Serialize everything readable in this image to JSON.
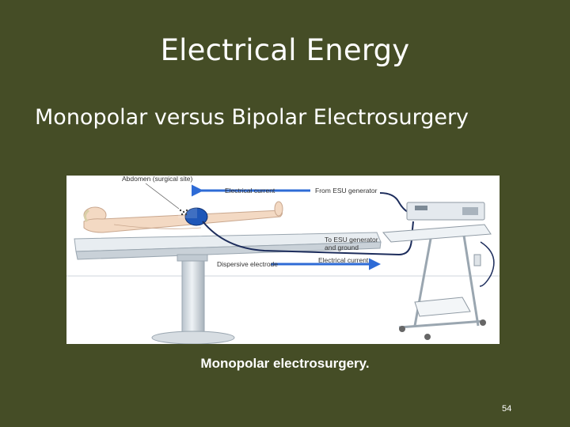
{
  "slide": {
    "title": "Electrical Energy",
    "subtitle": "Monopolar versus Bipolar Electrosurgery",
    "caption": "Monopolar electrosurgery.",
    "page_number": "54"
  },
  "figure": {
    "labels": {
      "surgical_site": "Abdomen (surgical site)",
      "current_top": "Electrical current",
      "from_generator": "From ESU generator",
      "to_generator_1": "To ESU generator",
      "to_generator_2": "and ground",
      "current_bottom": "Electrical current",
      "dispersive": "Dispersive electrode"
    },
    "colors": {
      "arrow": "#2e6bd6",
      "cable": "#1d2d5c",
      "electrode": "#1f57b8",
      "skin": "#f3d9c3"
    }
  }
}
